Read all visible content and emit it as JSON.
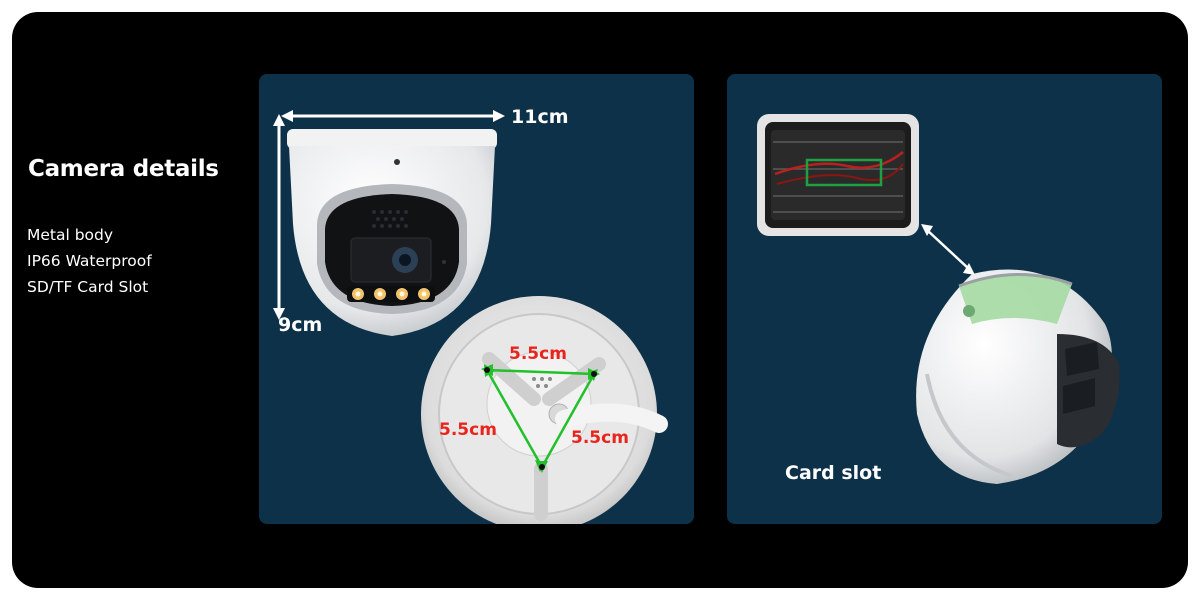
{
  "heading": "Camera details",
  "features": [
    "Metal body",
    "IP66 Waterproof",
    "SD/TF Card Slot"
  ],
  "dimensions": {
    "width": "11cm",
    "height": "9cm",
    "mount_top": "5.5cm",
    "mount_left": "5.5cm",
    "mount_right": "5.5cm"
  },
  "card_slot_label": "Card slot",
  "colors": {
    "frame": "#000000",
    "panel": "#0d3148",
    "dimension_text": "#ffffff",
    "mount_text": "#e8241c",
    "mount_lines": "#22c02a",
    "slot_highlight": "#1fa043"
  }
}
